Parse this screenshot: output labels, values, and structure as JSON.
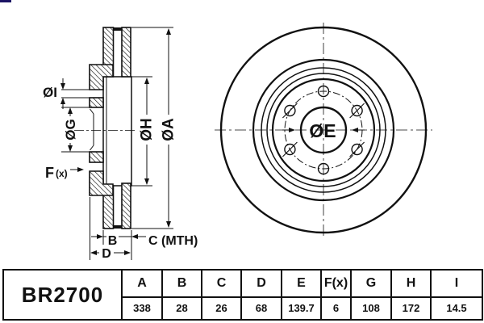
{
  "part_number": "BR2700",
  "section_view": {
    "labels": {
      "dia_i": "ØI",
      "dia_g": "ØG",
      "dia_h": "ØH",
      "dia_a": "ØA",
      "f_main": "F",
      "f_sub": "(x)",
      "b": "B",
      "c_mth": "C (MTH)",
      "d": "D"
    }
  },
  "front_view": {
    "labels": {
      "dia_e": "ØE"
    },
    "bolt_hole_count": 6
  },
  "table": {
    "headers": [
      "A",
      "B",
      "C",
      "D",
      "E",
      "F(x)",
      "G",
      "H",
      "I"
    ],
    "values": [
      "338",
      "28",
      "26",
      "68",
      "139.7",
      "6",
      "108",
      "172",
      "14.5"
    ]
  },
  "colors": {
    "ink": "#111111",
    "logo_fragment": "#1b1464",
    "background": "#ffffff"
  }
}
